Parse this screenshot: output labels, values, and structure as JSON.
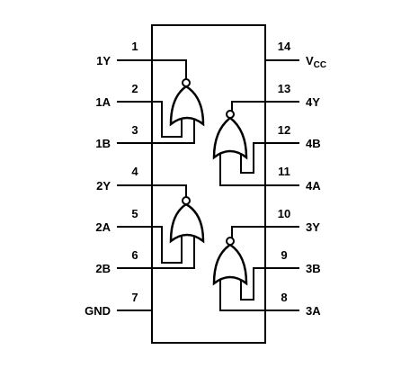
{
  "diagram": {
    "pins_left": [
      {
        "num": "1",
        "name": "1Y"
      },
      {
        "num": "2",
        "name": "1A"
      },
      {
        "num": "3",
        "name": "1B"
      },
      {
        "num": "4",
        "name": "2Y"
      },
      {
        "num": "5",
        "name": "2A"
      },
      {
        "num": "6",
        "name": "2B"
      },
      {
        "num": "7",
        "name": "GND"
      }
    ],
    "pins_right": [
      {
        "num": "14",
        "name": "V",
        "sub": "CC"
      },
      {
        "num": "13",
        "name": "4Y"
      },
      {
        "num": "12",
        "name": "4B"
      },
      {
        "num": "11",
        "name": "4A"
      },
      {
        "num": "10",
        "name": "3Y"
      },
      {
        "num": "9",
        "name": "3B"
      },
      {
        "num": "8",
        "name": "3A"
      }
    ]
  }
}
